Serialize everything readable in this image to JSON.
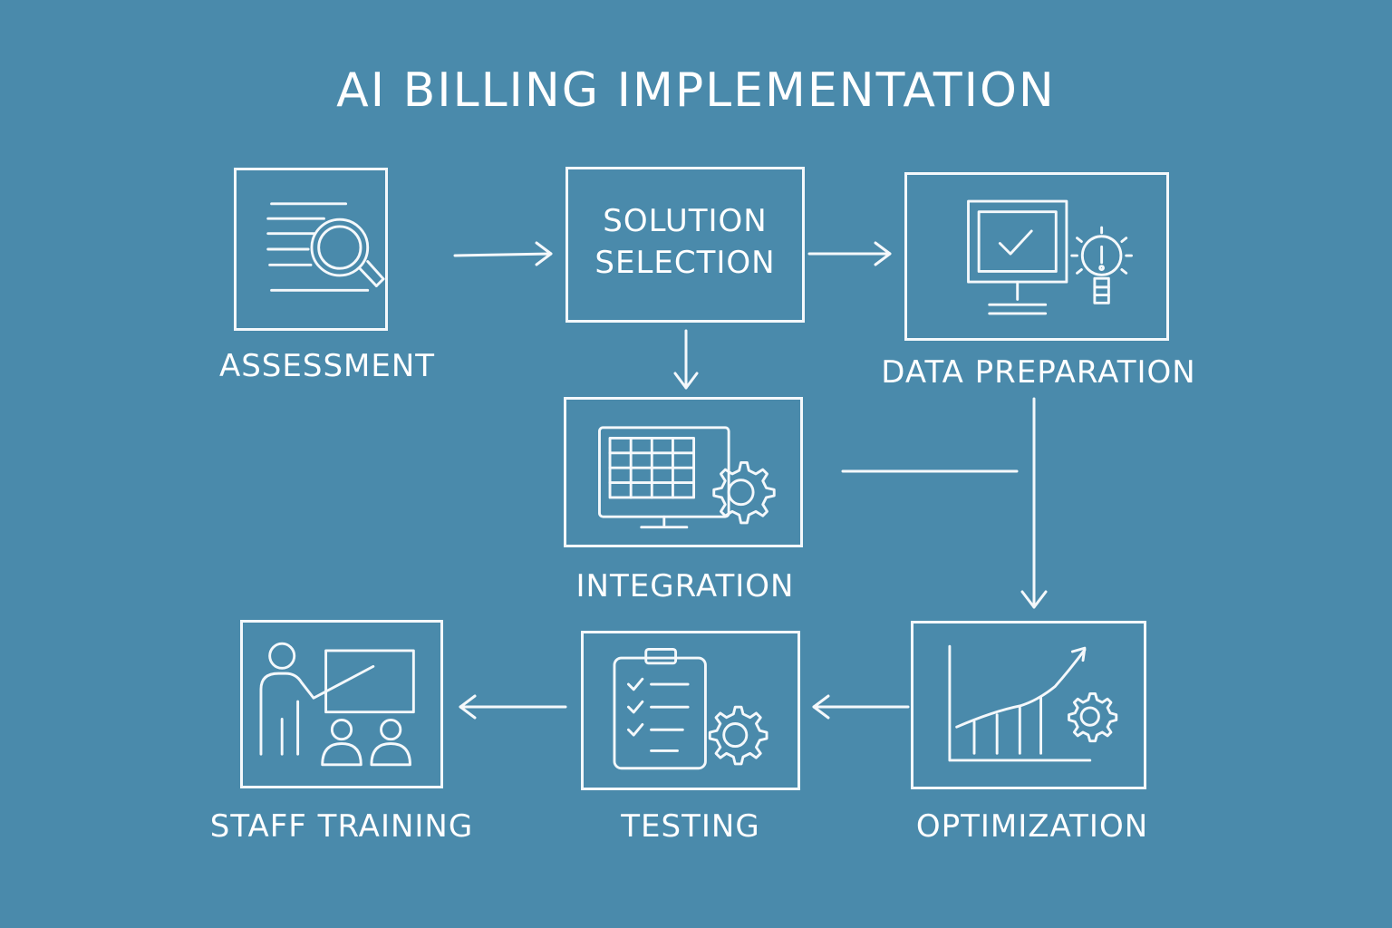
{
  "title": "AI BILLING IMPLEMENTATION",
  "steps": {
    "assessment": {
      "label": "ASSESSMENT",
      "icon": "document-magnifier-icon"
    },
    "solution_selection": {
      "label_line1": "SOLUTION",
      "label_line2": "SELECTION"
    },
    "data_preparation": {
      "label": "DATA PREPARATION",
      "icon": "monitor-check-lightbulb-icon"
    },
    "integration": {
      "label": "INTEGRATION",
      "icon": "spreadsheet-gear-icon"
    },
    "optimization": {
      "label": "OPTIMIZATION",
      "icon": "growth-chart-gear-icon"
    },
    "testing": {
      "label": "TESTING",
      "icon": "checklist-gear-icon"
    },
    "staff_training": {
      "label": "STAFF TRAINING",
      "icon": "presenter-audience-icon"
    }
  },
  "colors": {
    "background": "#4a8aab",
    "line": "#f4f8fb"
  }
}
